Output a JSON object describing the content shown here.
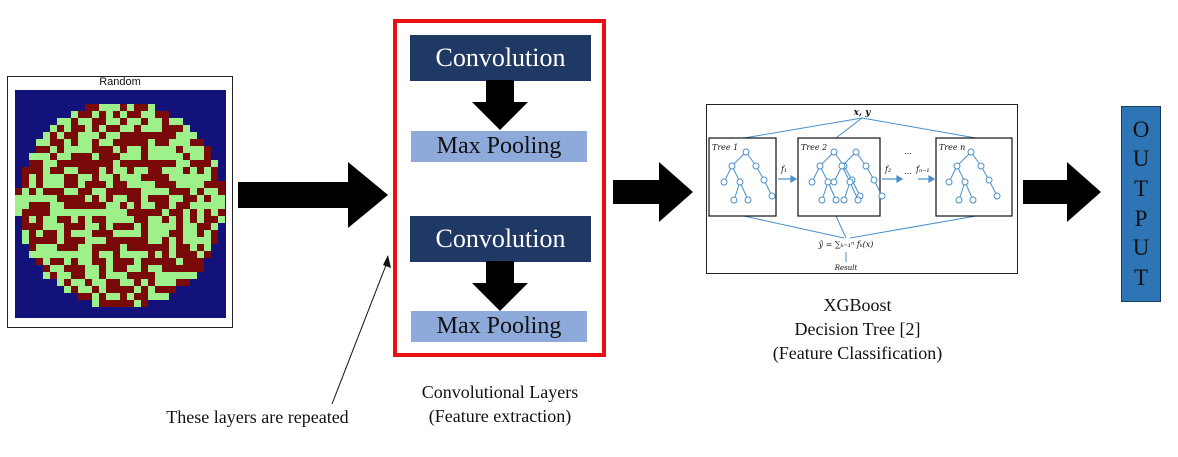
{
  "wafer": {
    "title": "Random"
  },
  "cnn": {
    "blocks": [
      {
        "conv": "Convolution",
        "pool": "Max Pooling"
      },
      {
        "conv": "Convolution",
        "pool": "Max Pooling"
      }
    ],
    "caption_line1": "Convolutional Layers",
    "caption_line2": "(Feature extraction)",
    "annotation": "These layers are repeated"
  },
  "xgb": {
    "caption_line1": "XGBoost",
    "caption_line2": "Decision Tree [2]",
    "caption_line3": "(Feature Classification)",
    "inner": {
      "input": "x, y",
      "tree1": "Tree 1",
      "tree2": "Tree 2",
      "treen": "Tree n",
      "f1": "f₁",
      "f2": "f₂",
      "dots": "…",
      "dots2": "…",
      "fn1": "fₙ₋₁",
      "formula": "ŷ = ∑ₖ₌₁ⁿ fₖ(x)",
      "result": "Result"
    }
  },
  "output": {
    "letters": [
      "O",
      "U",
      "T",
      "P",
      "U",
      "T"
    ]
  },
  "colors": {
    "wafer_bg": "#12127a",
    "wafer_fail": "#7a0a0a",
    "wafer_pass": "#9ef08a",
    "conv": "#1f3864",
    "pool": "#8eaadb",
    "frame_red": "#e81010",
    "tree_blue": "#4a90c8",
    "output": "#2e75b6"
  }
}
